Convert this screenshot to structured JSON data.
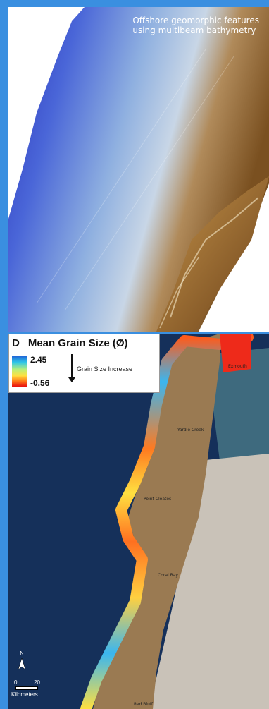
{
  "top_panel": {
    "caption_line1": "Offshore geomorphic features",
    "caption_line2": "using multibeam bathymetry"
  },
  "bottom_panel": {
    "legend": {
      "panel_letter": "D",
      "title": "Mean Grain Size (Ø)",
      "max_value": "2.45",
      "min_value": "-0.56",
      "arrow_note": "Grain Size Increase"
    },
    "places": [
      "Exmouth",
      "Yardie Creek",
      "Point Cloates",
      "Coral Bay",
      "Red Bluff"
    ],
    "north_label": "N",
    "scale": {
      "start": "0",
      "end": "20",
      "unit": "Kilometers"
    }
  },
  "colors": {
    "frame": "#3a8fe0",
    "ocean": "#15305a",
    "land": "#9a7a52",
    "bathy_deep": "#2b35c8",
    "bathy_shallow": "#c98a3c"
  }
}
